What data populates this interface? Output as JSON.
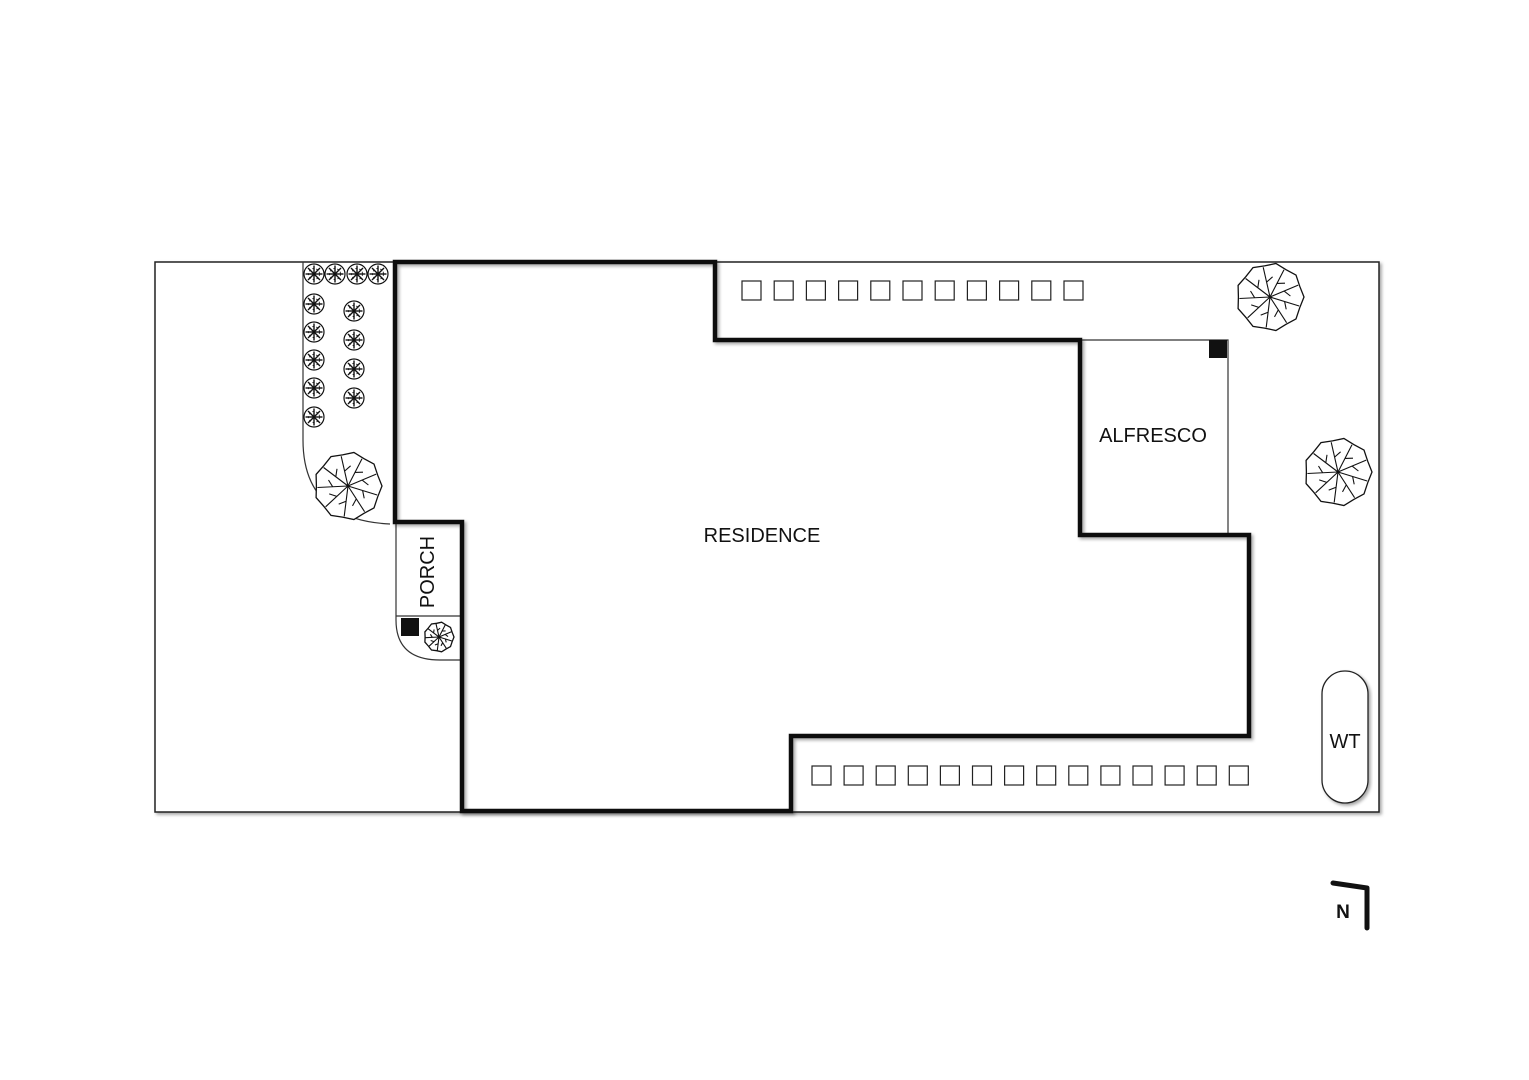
{
  "labels": {
    "residence": "RESIDENCE",
    "alfresco": "ALFRESCO",
    "porch": "PORCH",
    "water_tank": "WT",
    "north": "N"
  },
  "colors": {
    "wall": "#111111",
    "line": "#222222",
    "background": "#ffffff"
  },
  "icons": [
    "tree-icon",
    "shrub-icon",
    "planter-box-icon",
    "post-icon",
    "north-arrow-icon"
  ]
}
